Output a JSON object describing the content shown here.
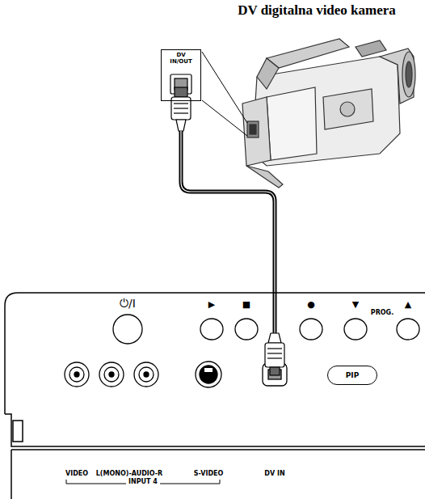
{
  "diagram": {
    "title": "DV digitalna video kamera",
    "nodes": [
      {
        "text": [
          "DV IN/OUT"
        ]
      },
      {
        "text": [
          "PIP"
        ]
      }
    ],
    "labels": [
      "⏻/I",
      "▶",
      "■",
      "●",
      "▼",
      "PROG.",
      "▲",
      "VIDEO",
      "L(MONO)-AUDIO-R",
      "INPUT 4",
      "S-VIDEO",
      "DV IN"
    ]
  }
}
